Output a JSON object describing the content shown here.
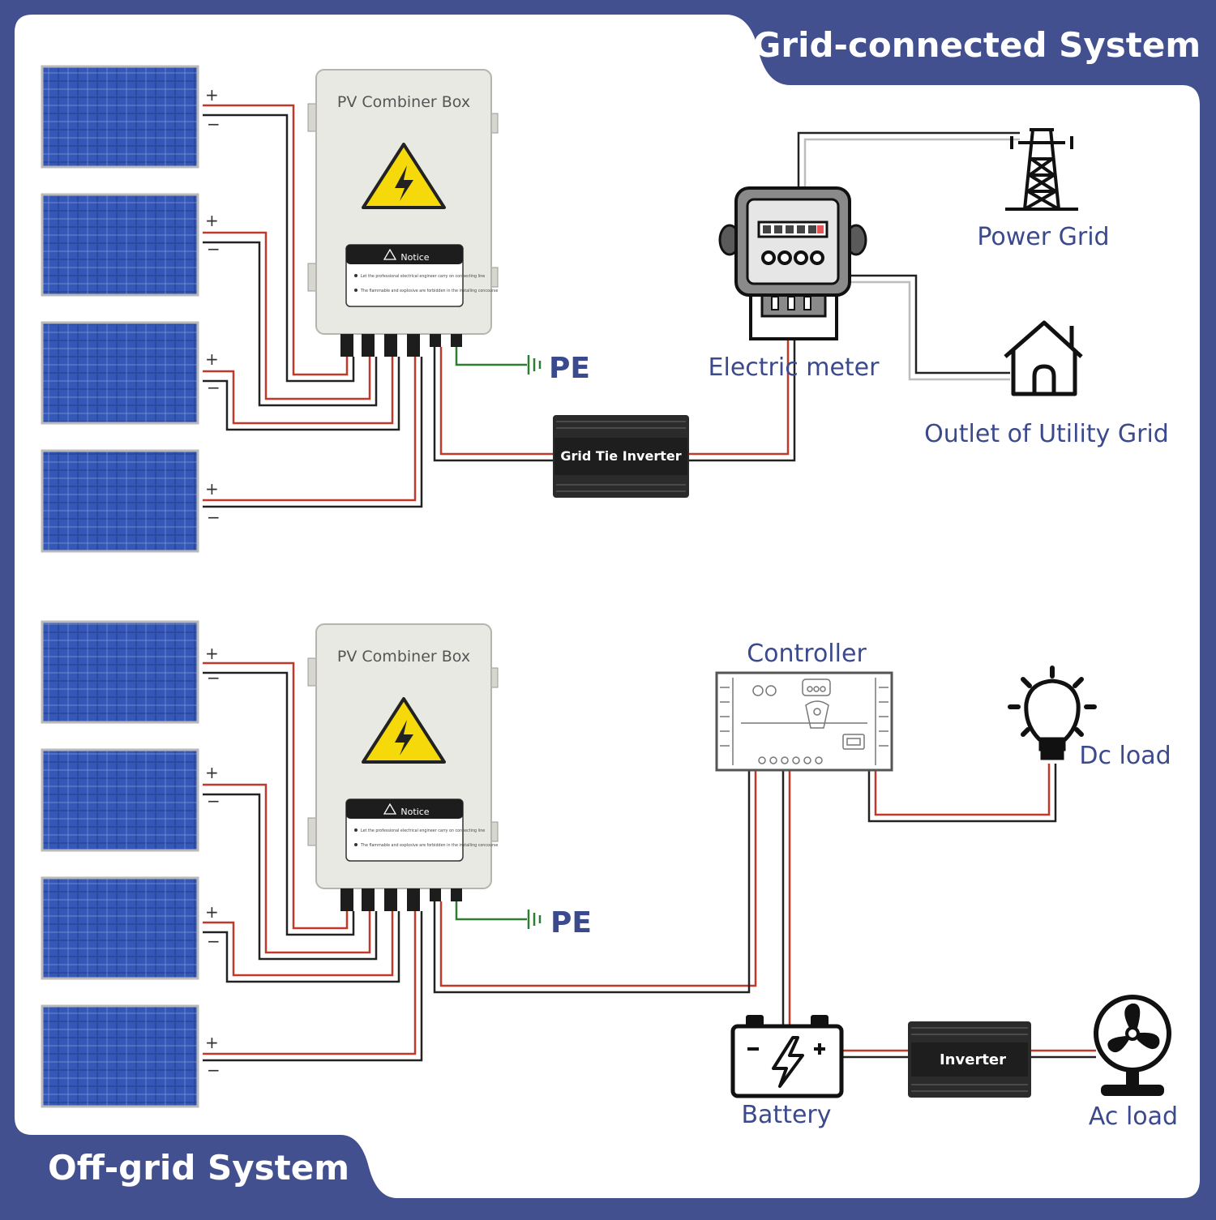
{
  "colors": {
    "frame": "#42508f",
    "panel_bg": "#ffffff",
    "label_text": "#3b4a8c",
    "wire_red": "#c0392b",
    "wire_black": "#222222",
    "wire_green": "#2e7d32",
    "solar_cell": "#2a4aa0",
    "box_body": "#e9e9e4"
  },
  "grid_section": {
    "title": "Grid-connected System",
    "combiner_box": {
      "label": "PV Combiner Box",
      "notice_title": "Notice",
      "notice_line1": "Let the professional electrical engineer carry on connecting line",
      "notice_line2": "The flammable and explosive are forbidden in the installing concourse"
    },
    "pe_label": "PE",
    "inverter_label": "Grid Tie Inverter",
    "meter_label": "Electric meter",
    "power_grid_label": "Power Grid",
    "outlet_label": "Outlet of Utility Grid",
    "panel_plus": [
      "+",
      "+",
      "+",
      "+"
    ],
    "panel_minus": [
      "−",
      "−",
      "−",
      "−"
    ]
  },
  "offgrid_section": {
    "title": "Off-grid System",
    "combiner_box": {
      "label": "PV Combiner Box",
      "notice_title": "Notice",
      "notice_line1": "Let the professional electrical engineer carry on connecting line",
      "notice_line2": "The flammable and explosive are forbidden in the installing concourse"
    },
    "pe_label": "PE",
    "controller_label": "Controller",
    "dc_load_label": "Dc load",
    "battery_label": "Battery",
    "inverter_label": "Inverter",
    "ac_load_label": "Ac load",
    "panel_plus": [
      "+",
      "+",
      "+",
      "+"
    ],
    "panel_minus": [
      "−",
      "−",
      "−",
      "−"
    ]
  },
  "icons": {
    "solar_panel": "solar-panel-icon",
    "warning": "high-voltage-warning-icon",
    "meter": "electric-meter-icon",
    "tower": "power-tower-icon",
    "house": "house-icon",
    "bulb": "light-bulb-icon",
    "battery": "battery-icon",
    "fan": "fan-icon"
  }
}
